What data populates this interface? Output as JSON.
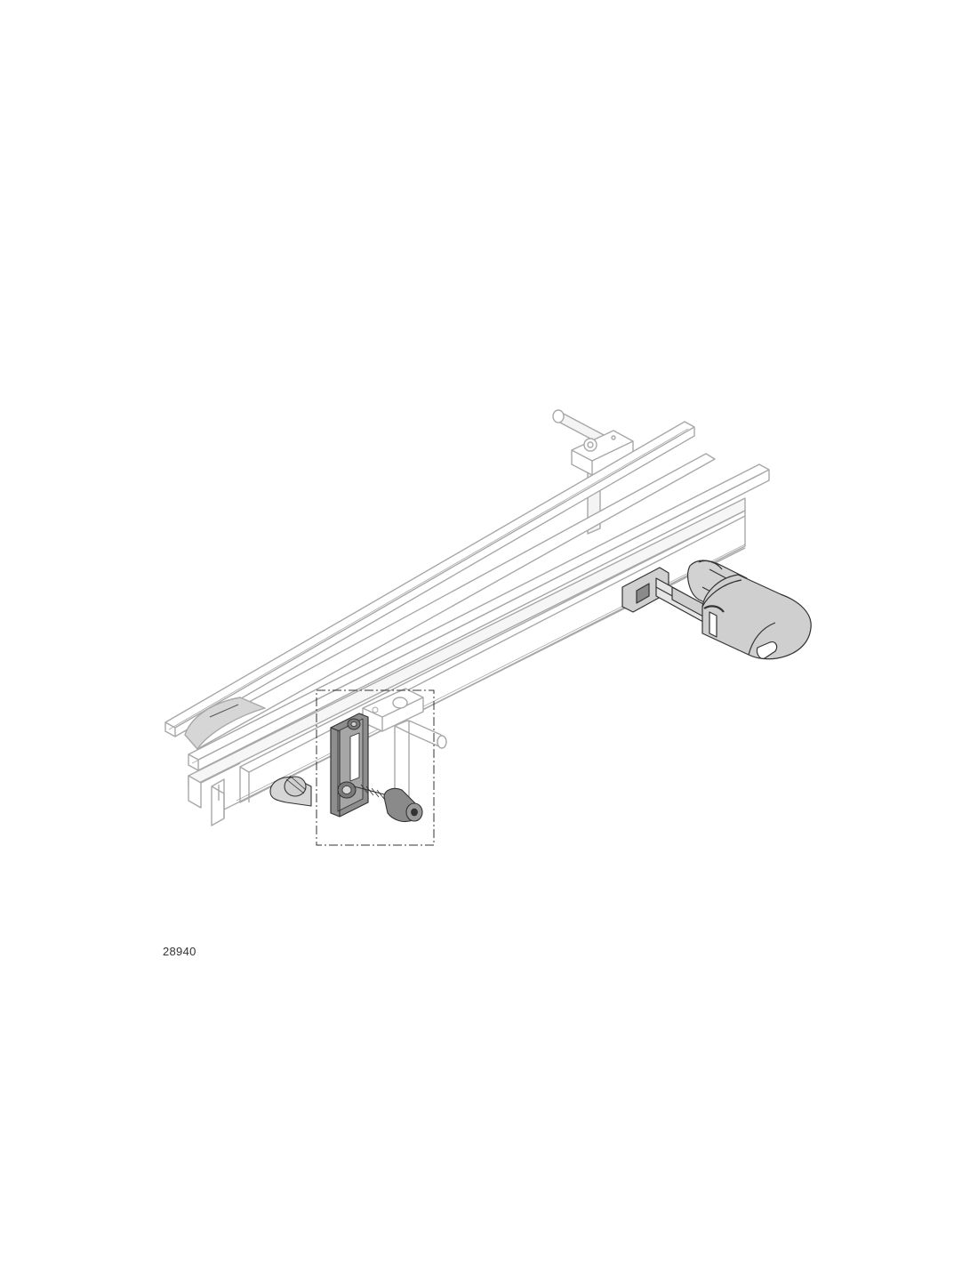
{
  "figure": {
    "reference_number": "28940"
  },
  "colors": {
    "line": "#a8a8a8",
    "line_dark": "#333333",
    "fill_light": "#ffffff",
    "fill_shade": "#f2f2f2",
    "fill_grey": "#b8b8b8",
    "fill_dark_grey": "#8a8a8a",
    "motor_fill": "#cfcfcf"
  },
  "icons": {
    "detail_frame": "dash-dot-rectangle",
    "assembly": "conveyor-drive-unit"
  }
}
